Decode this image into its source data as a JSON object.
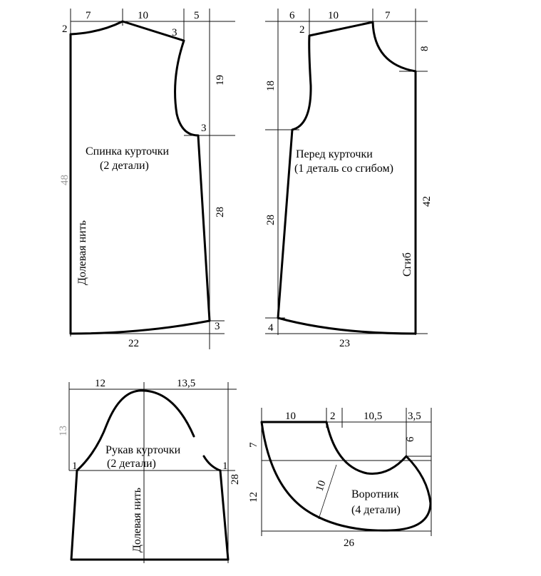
{
  "back_piece": {
    "title": "Спинка  курточки",
    "count": "(2 детали)",
    "grain": "Долевая нить",
    "dims": {
      "top_left": "7",
      "top_mid": "10",
      "top_right": "5",
      "neck_drop": "2",
      "shoulder_drop": "3",
      "armhole_depth": "19",
      "armhole_inset": "3",
      "side_length": "28",
      "hem_rise": "3",
      "hem_width": "22",
      "total_length": "48"
    }
  },
  "front_piece": {
    "title": "Перед  курточки",
    "count": "(1 деталь со сгибом)",
    "fold": "Сгиб",
    "dims": {
      "top_left": "6",
      "top_mid": "10",
      "top_right": "7",
      "shoulder_drop": "2",
      "neck_depth": "8",
      "armhole_depth": "18",
      "side_length": "28",
      "fold_length": "42",
      "hem_rise": "4",
      "hem_width": "23"
    }
  },
  "sleeve_piece": {
    "title": "Рукав  курточки",
    "count": "(2 детали)",
    "grain": "Долевая нить",
    "dims": {
      "cap_left": "12",
      "cap_right": "13,5",
      "cap_height": "13",
      "left_offset": "1",
      "right_offset": "1",
      "sleeve_length": "28"
    }
  },
  "collar_piece": {
    "title": "Воротник",
    "count": "(4 детали)",
    "dims": {
      "top_a": "10",
      "top_b": "2",
      "top_c": "10,5",
      "top_d": "3,5",
      "left_upper": "7",
      "left_lower": "12",
      "right_drop": "6",
      "diagonal": "10",
      "bottom_width": "26"
    }
  }
}
